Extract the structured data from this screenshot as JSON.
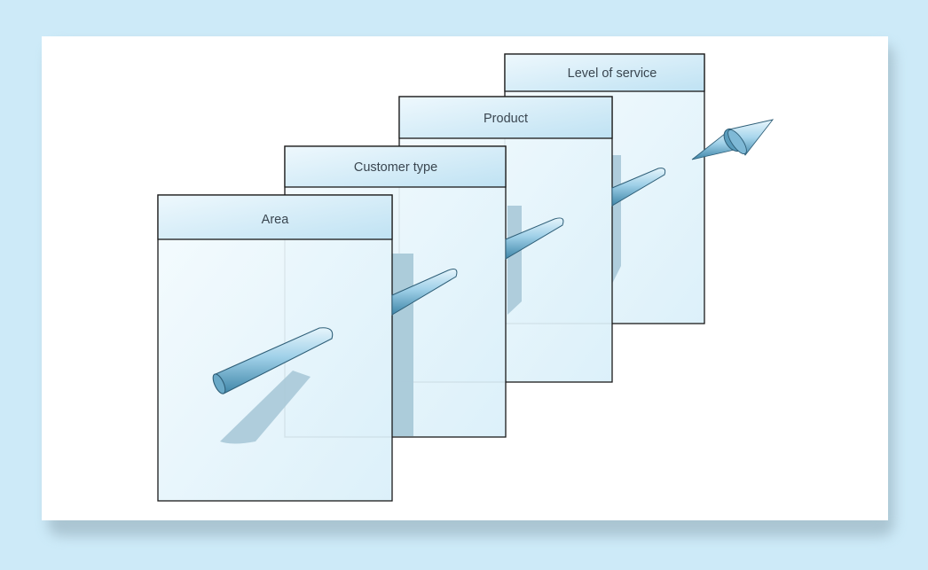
{
  "diagram": {
    "panels": [
      {
        "label": "Area"
      },
      {
        "label": "Customer type"
      },
      {
        "label": "Product"
      },
      {
        "label": "Level of service"
      }
    ]
  },
  "colors": {
    "background": "#cdeaf8",
    "card": "#ffffff",
    "panel_border": "#1a1a1a",
    "panel_header": "#cfeaf7",
    "panel_body": "#e6f4fb",
    "arrow": "#8ec3dc",
    "shadow": "#a9c9d8"
  }
}
